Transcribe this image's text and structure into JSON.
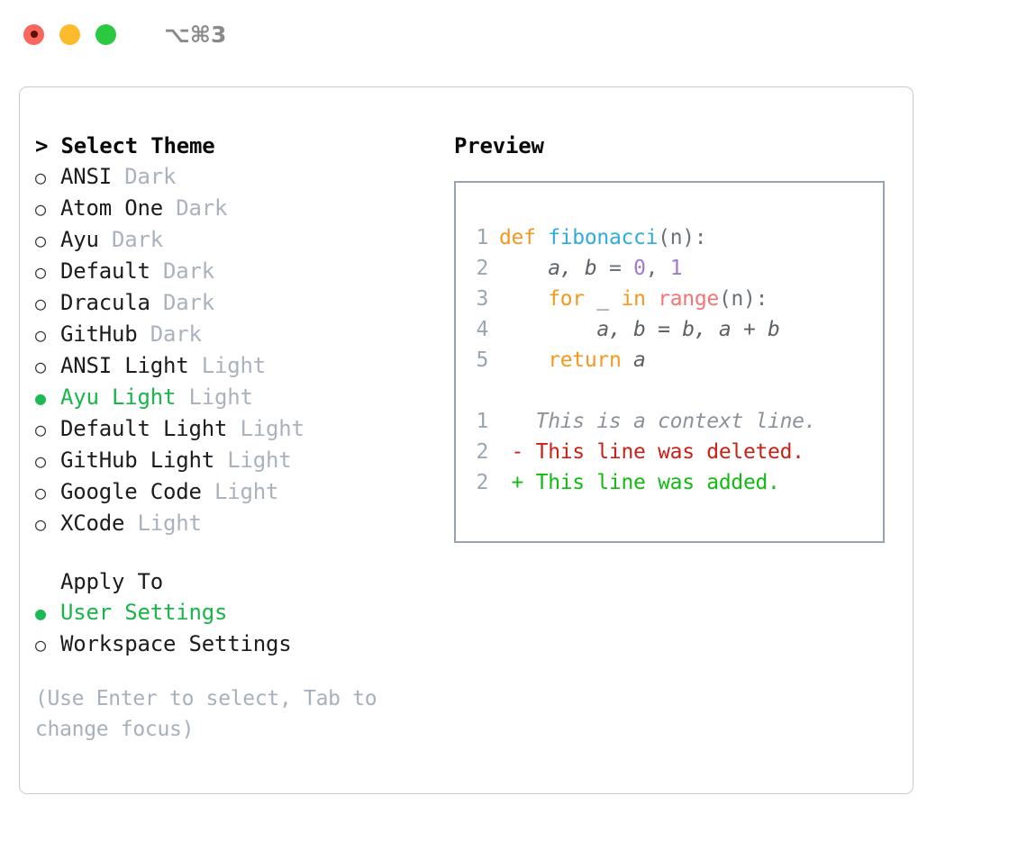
{
  "titlebar": {
    "shortcut": "⌥⌘3",
    "lights": [
      {
        "name": "close-button",
        "color": "#f9665e"
      },
      {
        "name": "minimize-button",
        "color": "#fcbb2d"
      },
      {
        "name": "maximize-button",
        "color": "#2ac940"
      }
    ]
  },
  "theme_picker": {
    "heading": "> Select Theme",
    "bullet_selected": "●",
    "bullet_unselected": "○",
    "selected_color": "#18b64a",
    "items": [
      {
        "name": "ANSI",
        "kind": "Dark",
        "selected": false
      },
      {
        "name": "Atom One",
        "kind": "Dark",
        "selected": false
      },
      {
        "name": "Ayu",
        "kind": "Dark",
        "selected": false
      },
      {
        "name": "Default",
        "kind": "Dark",
        "selected": false
      },
      {
        "name": "Dracula",
        "kind": "Dark",
        "selected": false
      },
      {
        "name": "GitHub",
        "kind": "Dark",
        "selected": false
      },
      {
        "name": "ANSI Light",
        "kind": "Light",
        "selected": false
      },
      {
        "name": "Ayu Light",
        "kind": "Light",
        "selected": true
      },
      {
        "name": "Default Light",
        "kind": "Light",
        "selected": false
      },
      {
        "name": "GitHub Light",
        "kind": "Light",
        "selected": false
      },
      {
        "name": "Google Code",
        "kind": "Light",
        "selected": false
      },
      {
        "name": "XCode",
        "kind": "Light",
        "selected": false
      }
    ]
  },
  "apply_to": {
    "heading": "Apply To",
    "items": [
      {
        "name": "User Settings",
        "selected": true
      },
      {
        "name": "Workspace Settings",
        "selected": false
      }
    ]
  },
  "hint": "(Use Enter to select, Tab to change focus)",
  "preview": {
    "title": "Preview",
    "code_lines": [
      {
        "lineno": "1",
        "tokens": [
          {
            "text": "def ",
            "type": "kw"
          },
          {
            "text": "fibonacci",
            "type": "fn"
          },
          {
            "text": "(n):",
            "type": "punc"
          }
        ]
      },
      {
        "lineno": "2",
        "tokens": [
          {
            "text": "    ",
            "type": "plain"
          },
          {
            "text": "a, b",
            "type": "var"
          },
          {
            "text": " = ",
            "type": "punc"
          },
          {
            "text": "0",
            "type": "num"
          },
          {
            "text": ", ",
            "type": "punc"
          },
          {
            "text": "1",
            "type": "num"
          }
        ]
      },
      {
        "lineno": "3",
        "tokens": [
          {
            "text": "    ",
            "type": "plain"
          },
          {
            "text": "for ",
            "type": "kw"
          },
          {
            "text": "_",
            "type": "var"
          },
          {
            "text": " ",
            "type": "plain"
          },
          {
            "text": "in ",
            "type": "kw"
          },
          {
            "text": "range",
            "type": "call"
          },
          {
            "text": "(n):",
            "type": "punc"
          }
        ]
      },
      {
        "lineno": "4",
        "tokens": [
          {
            "text": "        ",
            "type": "plain"
          },
          {
            "text": "a, b = b, a + b",
            "type": "var"
          }
        ]
      },
      {
        "lineno": "5",
        "tokens": [
          {
            "text": "    ",
            "type": "plain"
          },
          {
            "text": "return ",
            "type": "kw"
          },
          {
            "text": "a",
            "type": "var"
          }
        ]
      }
    ],
    "diff_lines": [
      {
        "lineno": "1",
        "marker": " ",
        "text": "This is a context line.",
        "type": "ctx"
      },
      {
        "lineno": "2",
        "marker": "-",
        "text": "This line was deleted.",
        "type": "del"
      },
      {
        "lineno": "2",
        "marker": "+",
        "text": "This line was added.",
        "type": "add"
      }
    ]
  }
}
